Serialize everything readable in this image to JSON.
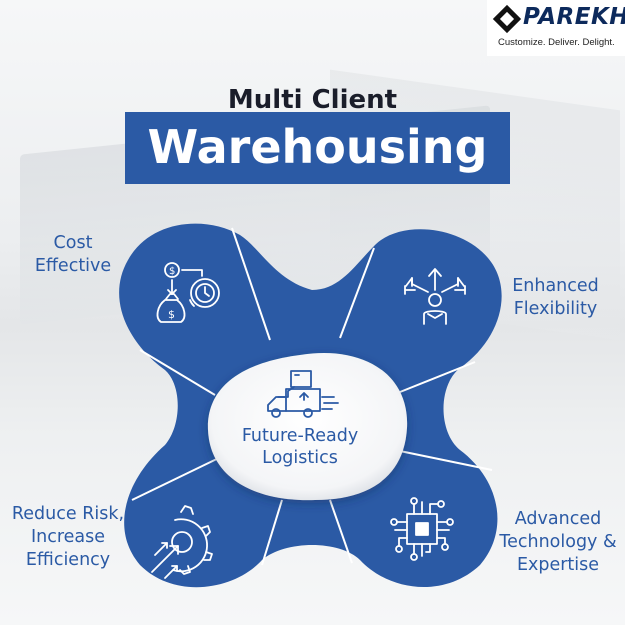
{
  "logo": {
    "name": "PAREKH",
    "tagline": "Customize. Deliver. Delight."
  },
  "title": {
    "line1": "Multi Client",
    "line2": "Warehousing"
  },
  "center": {
    "text": "Future-Ready Logistics",
    "icon": "delivery-truck-icon"
  },
  "features": [
    {
      "id": "cost",
      "text": "Cost Effective",
      "icon": "money-clock-icon"
    },
    {
      "id": "flex",
      "text": "Enhanced Flexibility",
      "icon": "person-arrows-icon"
    },
    {
      "id": "risk",
      "text": "Reduce Risk, Increase Efficiency",
      "icon": "gear-arrows-icon"
    },
    {
      "id": "tech",
      "text": "Advanced Technology & Expertise",
      "icon": "chip-circuit-icon"
    }
  ],
  "colors": {
    "primary": "#2b5aa5",
    "dark_text": "#1a1d2a"
  }
}
